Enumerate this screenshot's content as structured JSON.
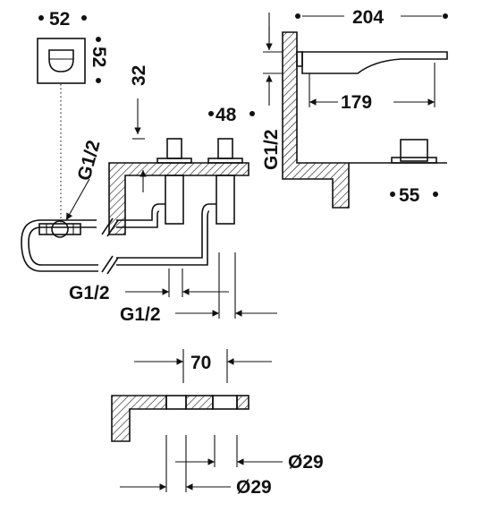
{
  "dimensions": {
    "plate_width": "52",
    "plate_height": "52",
    "wall_offset": "32",
    "valve_spacing_top": "48",
    "spout_projection": "204",
    "spout_outlet": "179",
    "spout_thread": "G1/2",
    "handle_diameter": "55",
    "inlet_thread": "G1/2",
    "outlet_thread_1": "G1/2",
    "outlet_thread_2": "G1/2",
    "hole_spacing": "70",
    "hole_diameter_1": "Ø29",
    "hole_diameter_2": "Ø29"
  }
}
